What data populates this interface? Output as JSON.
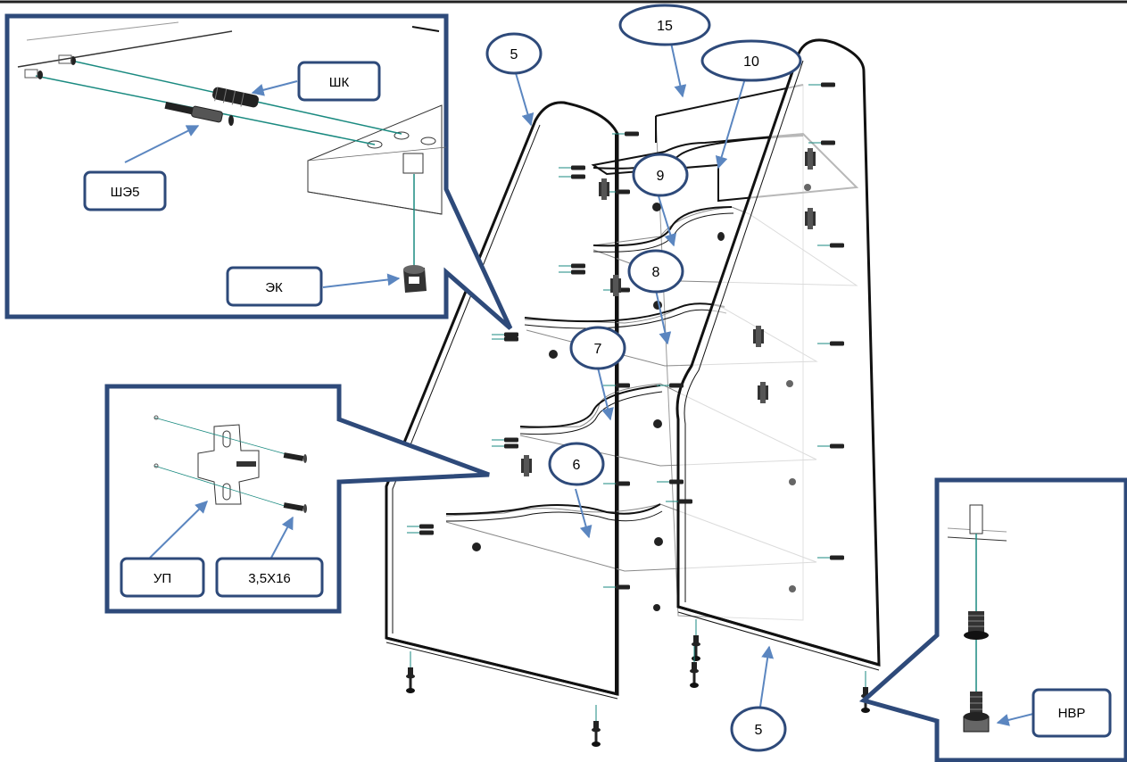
{
  "part_numbers": {
    "p15": "15",
    "p10": "10",
    "p5_top": "5",
    "p9": "9",
    "p8": "8",
    "p7": "7",
    "p6": "6",
    "p5_bottom": "5"
  },
  "fastener_labels": {
    "shk": "ШК",
    "she5": "ШЭ5",
    "ek": "ЭК",
    "up": "УП",
    "screw": "3,5Х16",
    "nvr": "НВР"
  },
  "colors": {
    "callout_border": "#2e4a7a",
    "arrow": "#5b86c0",
    "dowel_line": "#1a8a80",
    "line": "#111111",
    "thin_line": "#888888"
  }
}
